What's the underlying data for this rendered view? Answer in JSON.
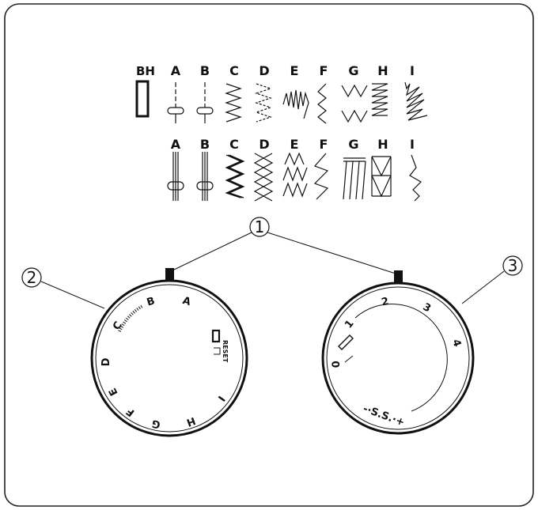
{
  "panel": {
    "buttonhole_label": "BH"
  },
  "pattern_rows": {
    "top": [
      "A",
      "B",
      "C",
      "D",
      "E",
      "F",
      "G",
      "H",
      "I"
    ],
    "bottom": [
      "A",
      "B",
      "C",
      "D",
      "E",
      "F",
      "G",
      "H",
      "I"
    ]
  },
  "callouts": [
    "1",
    "2",
    "3"
  ],
  "pattern_dial": {
    "letters": [
      "A",
      "B",
      "C",
      "D",
      "E",
      "F",
      "G",
      "H",
      "I"
    ],
    "reset_label": "RESET"
  },
  "length_dial": {
    "numbers": [
      "0",
      "1",
      "2",
      "3",
      "4"
    ],
    "ss_label": "-·S.S.·+"
  }
}
